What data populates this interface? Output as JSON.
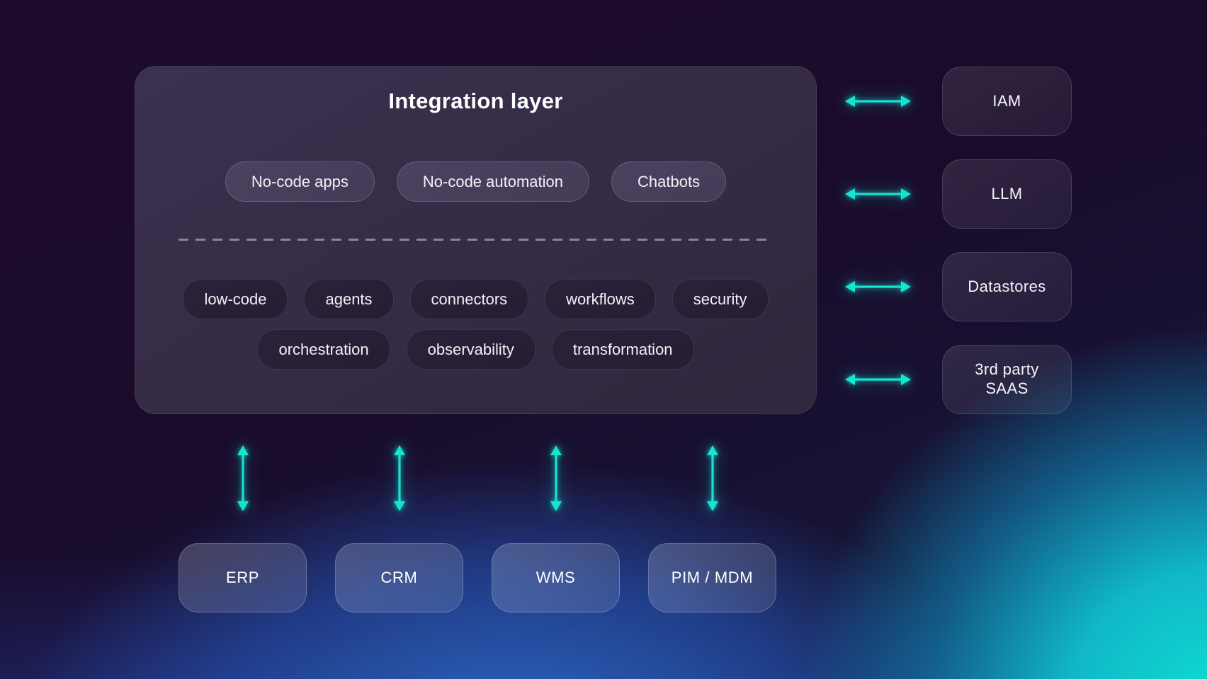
{
  "colors": {
    "accent_cyan": "#15E4D1",
    "background_purple": "#1B0B2B",
    "background_blue": "#2E6ECF",
    "background_teal": "#0EDFD1",
    "panel_background": "#342B44",
    "pill_light_background": "#453B57",
    "pill_dark_background": "#261D34",
    "text": "#FFFFFF"
  },
  "integration_panel": {
    "title": "Integration layer",
    "top_pills": [
      "No-code apps",
      "No-code automation",
      "Chatbots"
    ],
    "capability_pills_row1": [
      "low-code",
      "agents",
      "connectors",
      "workflows",
      "security"
    ],
    "capability_pills_row2": [
      "orchestration",
      "observability",
      "transformation"
    ]
  },
  "right_services": [
    {
      "label": "IAM",
      "icon": "double-arrow-horizontal-icon"
    },
    {
      "label": "LLM",
      "icon": "double-arrow-horizontal-icon"
    },
    {
      "label": "Datastores",
      "icon": "double-arrow-horizontal-icon"
    },
    {
      "label": "3rd party SAAS",
      "icon": "double-arrow-horizontal-icon"
    }
  ],
  "bottom_systems": [
    {
      "label": "ERP",
      "icon": "double-arrow-vertical-icon"
    },
    {
      "label": "CRM",
      "icon": "double-arrow-vertical-icon"
    },
    {
      "label": "WMS",
      "icon": "double-arrow-vertical-icon"
    },
    {
      "label": "PIM / MDM",
      "icon": "double-arrow-vertical-icon"
    }
  ]
}
